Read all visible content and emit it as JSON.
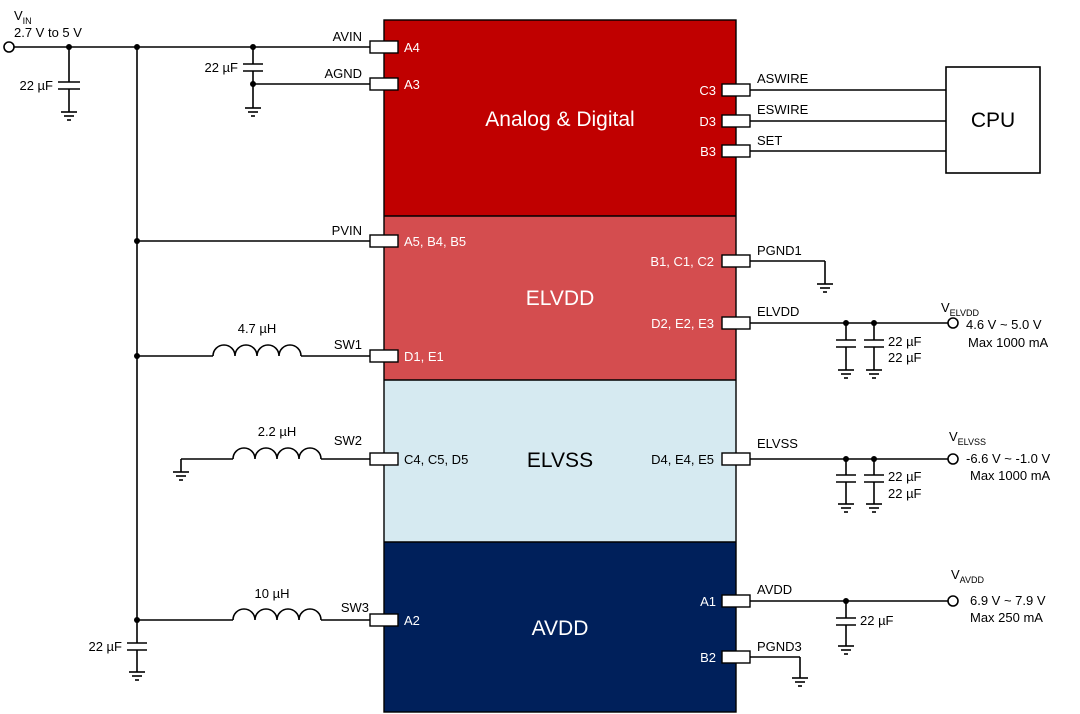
{
  "colors": {
    "analog": "#c00000",
    "elvdd": "#d44d4f",
    "elvss": "#d6eaf1",
    "avdd": "#00205b",
    "white": "#ffffff",
    "dark": "#000000"
  },
  "blocks": {
    "analog": "Analog & Digital",
    "elvdd": "ELVDD",
    "elvss": "ELVSS",
    "avdd": "AVDD"
  },
  "vin": {
    "sym": "V",
    "sub": "IN",
    "range": "2.7 V to 5 V"
  },
  "cpu": "CPU",
  "left": {
    "avin": "AVIN",
    "agnd": "AGND",
    "pvin": "PVIN",
    "sw1": "SW1",
    "sw2": "SW2",
    "sw3": "SW3",
    "cap_vin": "22 µF",
    "cap_avin": "22 µF",
    "cap_bottom": "22 µF",
    "l1": "4.7 µH",
    "l2": "2.2 µH",
    "l3": "10 µH"
  },
  "pins": {
    "a4": "A4",
    "a3": "A3",
    "a5": "A5, B4, B5",
    "d1": "D1, E1",
    "c4": "C4, C5, D5",
    "a2": "A2",
    "c3": "C3",
    "d3": "D3",
    "b3": "B3",
    "b1": "B1, C1, C2",
    "d2": "D2, E2, E3",
    "d4": "D4, E4, E5",
    "a1": "A1",
    "b2": "B2"
  },
  "right": {
    "aswire": "ASWIRE",
    "eswire": "ESWIRE",
    "set": "SET",
    "pgnd1": "PGND1",
    "pgnd3": "PGND3",
    "elvdd": "ELVDD",
    "elvss": "ELVSS",
    "avdd": "AVDD",
    "cap1": "22 µF",
    "cap2": "22 µF",
    "cap3": "22 µF",
    "cap4": "22 µF",
    "cap5": "22 µF"
  },
  "outputs": {
    "elvdd": {
      "sym": "V",
      "sub": "ELVDD",
      "range": "4.6 V ~ 5.0 V",
      "max": "Max 1000 mA"
    },
    "elvss": {
      "sym": "V",
      "sub": "ELVSS",
      "range": "-6.6 V ~ -1.0 V",
      "max": "Max 1000 mA"
    },
    "avdd": {
      "sym": "V",
      "sub": "AVDD",
      "range": "6.9 V ~ 7.9 V",
      "max": "Max 250 mA"
    }
  }
}
